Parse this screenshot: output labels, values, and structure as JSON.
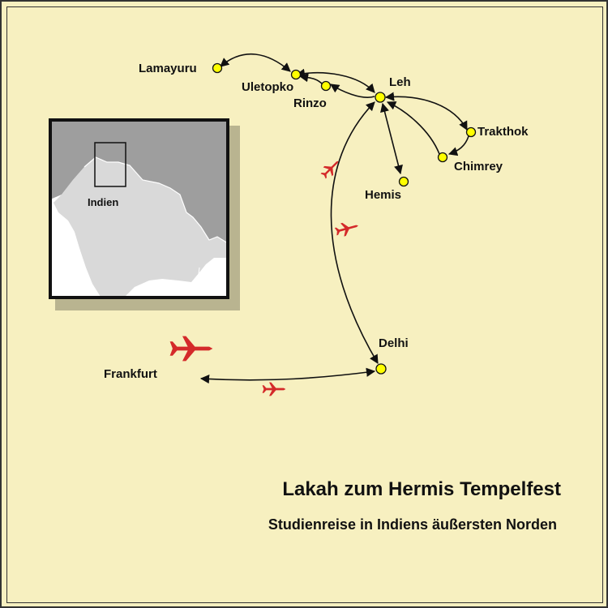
{
  "title": "Lakah zum Hermis Tempelfest",
  "subtitle": "Studienreise in Indiens äußersten Norden",
  "inset": {
    "label": "Indien"
  },
  "places": {
    "lamayuru": "Lamayuru",
    "uletopko": "Uletopko",
    "rinzo": "Rinzo",
    "leh": "Leh",
    "trakthok": "Trakthok",
    "chimrey": "Chimrey",
    "hemis": "Hemis",
    "delhi": "Delhi",
    "frankfurt": "Frankfurt"
  },
  "colors": {
    "background": "#f7f0c0",
    "marker": "#ffff00",
    "plane": "#d42a2a",
    "inset_land": "#d9d9d9",
    "inset_neighbors": "#9e9e9e"
  },
  "icons": [
    "airplane-icon",
    "place-marker-icon"
  ]
}
